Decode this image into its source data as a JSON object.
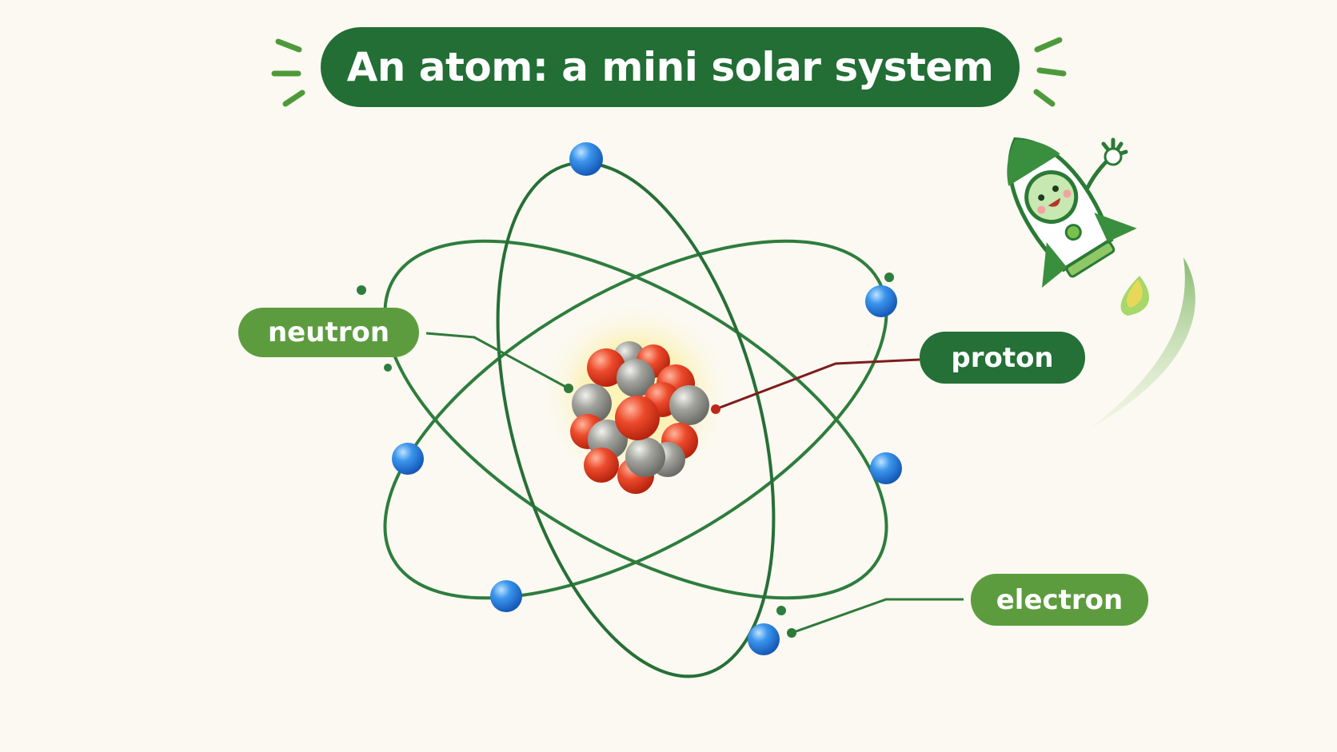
{
  "title": "An atom: a mini solar system",
  "labels": {
    "neutron": "neutron",
    "proton": "proton",
    "electron": "electron"
  },
  "colors": {
    "background": "#fbf9f1",
    "title_pill": "#226e35",
    "light_green_pill": "#5d9c3e",
    "dark_green_pill": "#247037",
    "orbit": "#2e7d3e",
    "electron": "#2f86e0",
    "proton": "#e03b22",
    "neutron": "#8e8e8a",
    "proton_leader": "#8a1d1d"
  },
  "icons": [
    "rocket-mascot-icon",
    "sparkle-lines-icon"
  ]
}
